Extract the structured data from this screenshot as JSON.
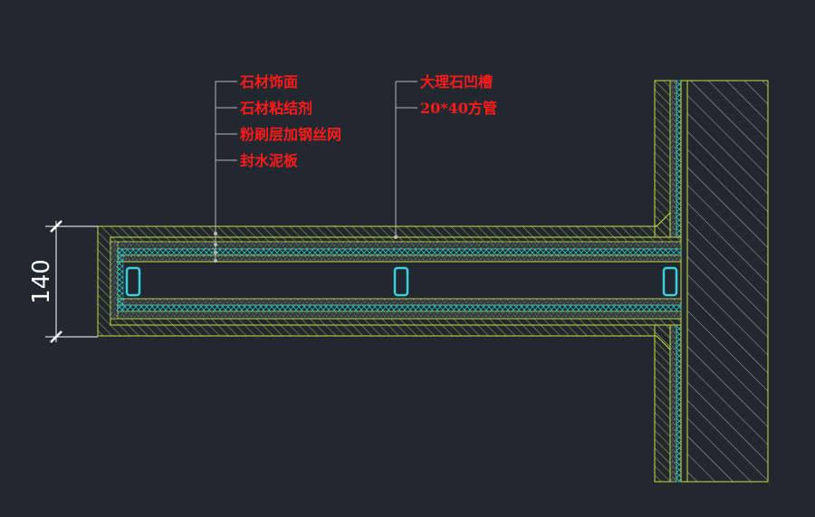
{
  "colors": {
    "background": "#212830",
    "outline": "#c8e040",
    "hatch": "#a8b040",
    "speckle": "#9aa6a6",
    "mesh": "#2fc4c4",
    "tube": "#3ad0e0",
    "leader": "#b8b8b8",
    "label": "#ff1a1a",
    "dimension": "#ffffff"
  },
  "labels_left": [
    "石材饰面",
    "石材粘结剂",
    "粉刷层加钢丝网",
    "封水泥板"
  ],
  "labels_right": [
    "大理石凹槽",
    "20*40方管"
  ],
  "dimension": {
    "value": "140"
  }
}
